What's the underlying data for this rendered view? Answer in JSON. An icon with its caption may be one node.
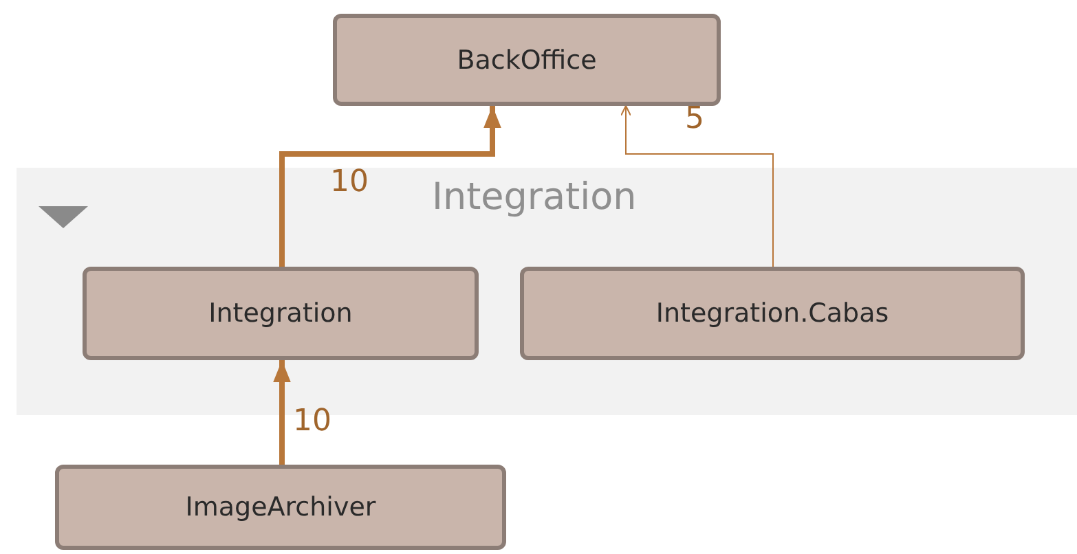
{
  "diagram": {
    "nodes": [
      {
        "text": [
          "BackOffice"
        ]
      },
      {
        "text": [
          "Integration"
        ]
      },
      {
        "text": [
          "Integration"
        ],
        "in": 1
      },
      {
        "text": [
          "Integration.Cabas"
        ],
        "in": 1
      },
      {
        "text": [
          "ImageArchiver"
        ]
      }
    ],
    "edges": [
      {
        "from": 2,
        "to": 0,
        "arrow": "to",
        "label": "10"
      },
      {
        "from": 3,
        "to": 0,
        "arrow": "to",
        "label": "5"
      },
      {
        "from": 4,
        "to": 2,
        "arrow": "to",
        "label": "10"
      }
    ]
  }
}
